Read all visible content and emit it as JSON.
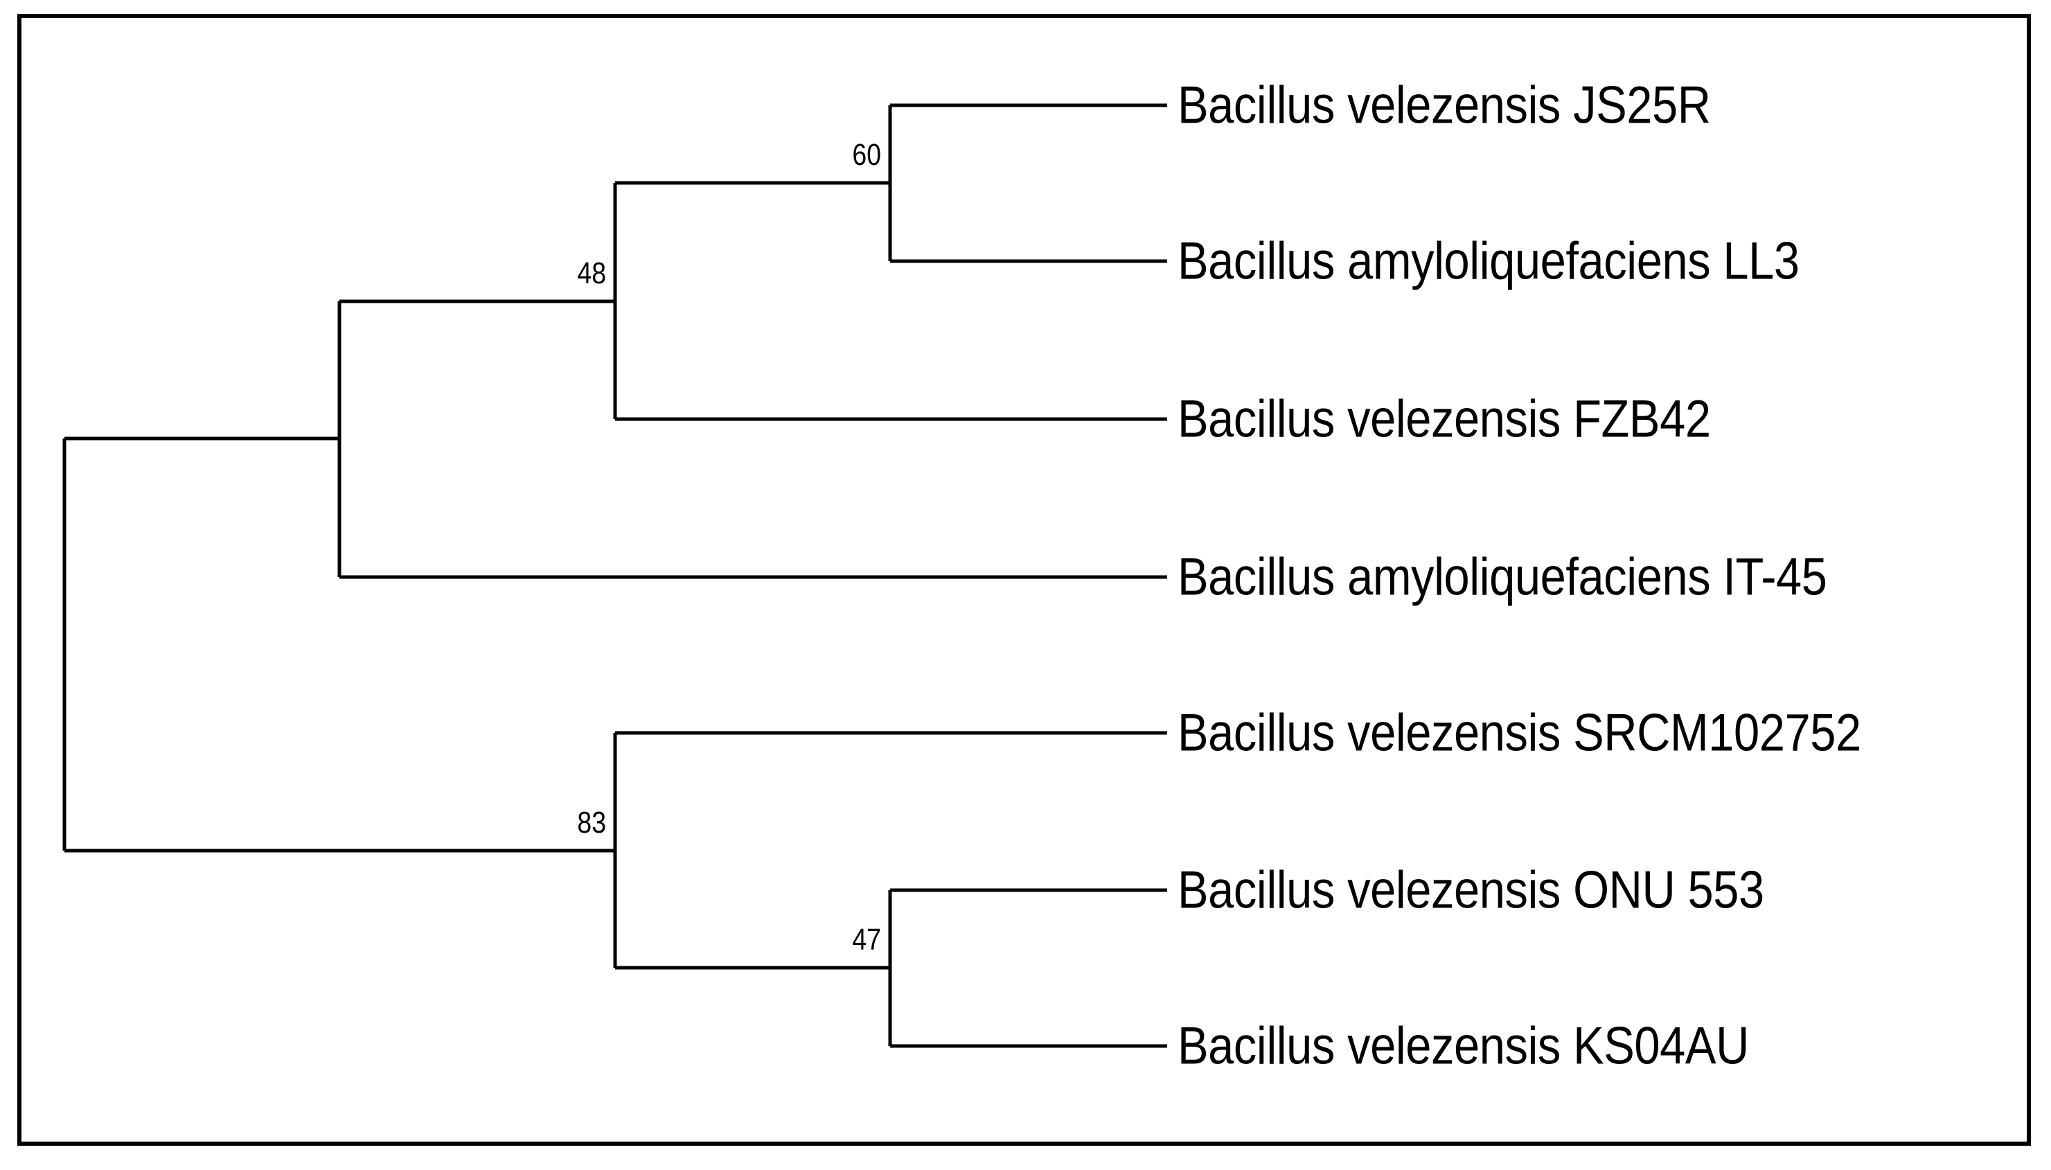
{
  "figure": {
    "kind": "phylogenetic-tree",
    "style": "rectangular-cladogram",
    "border_color": "#000000",
    "line_color": "#000000",
    "background_color": "#ffffff"
  },
  "chart_data": {
    "type": "tree",
    "title": "",
    "xlabel": "",
    "ylabel": "",
    "leaf_labels": [
      "Bacillus velezensis JS25R",
      "Bacillus amyloliquefaciens LL3",
      "Bacillus velezensis FZB42",
      "Bacillus amyloliquefaciens IT-45",
      "Bacillus velezensis SRCM102752",
      "Bacillus velezensis ONU 553",
      "Bacillus velezensis KS04AU"
    ],
    "bootstrap_values": [
      60,
      48,
      83,
      47
    ],
    "nodes": [
      {
        "id": "node-60",
        "support": "60",
        "children": [
          "Bacillus velezensis JS25R",
          "Bacillus amyloliquefaciens LL3"
        ]
      },
      {
        "id": "node-48",
        "support": "48",
        "children": [
          "node-60",
          "Bacillus velezensis FZB42"
        ]
      },
      {
        "id": "node-clade-a",
        "support": "",
        "children": [
          "node-48",
          "Bacillus amyloliquefaciens IT-45"
        ]
      },
      {
        "id": "node-47",
        "support": "47",
        "children": [
          "Bacillus velezensis ONU 553",
          "Bacillus velezensis KS04AU"
        ]
      },
      {
        "id": "node-83",
        "support": "83",
        "children": [
          "Bacillus velezensis SRCM102752",
          "node-47"
        ]
      },
      {
        "id": "node-root",
        "support": "",
        "children": [
          "node-clade-a",
          "node-83"
        ]
      }
    ],
    "newick": "(((( 'Bacillus velezensis JS25R','Bacillus amyloliquefaciens LL3')60,'Bacillus velezensis FZB42')48,'Bacillus amyloliquefaciens IT-45'),('Bacillus velezensis SRCM102752',('Bacillus velezensis ONU 553','Bacillus velezensis KS04AU')47)83);"
  },
  "leaves": [
    {
      "name": "leaf-js25r",
      "label": "Bacillus velezensis JS25R"
    },
    {
      "name": "leaf-ll3",
      "label": "Bacillus amyloliquefaciens LL3"
    },
    {
      "name": "leaf-fzb42",
      "label": "Bacillus velezensis FZB42"
    },
    {
      "name": "leaf-it45",
      "label": "Bacillus amyloliquefaciens IT-45"
    },
    {
      "name": "leaf-srcm102752",
      "label": "Bacillus velezensis SRCM102752"
    },
    {
      "name": "leaf-onu553",
      "label": "Bacillus velezensis ONU 553"
    },
    {
      "name": "leaf-ks04au",
      "label": "Bacillus velezensis KS04AU"
    }
  ],
  "supports": [
    {
      "name": "support-60",
      "label": "60"
    },
    {
      "name": "support-48",
      "label": "48"
    },
    {
      "name": "support-83",
      "label": "83"
    },
    {
      "name": "support-47",
      "label": "47"
    }
  ]
}
